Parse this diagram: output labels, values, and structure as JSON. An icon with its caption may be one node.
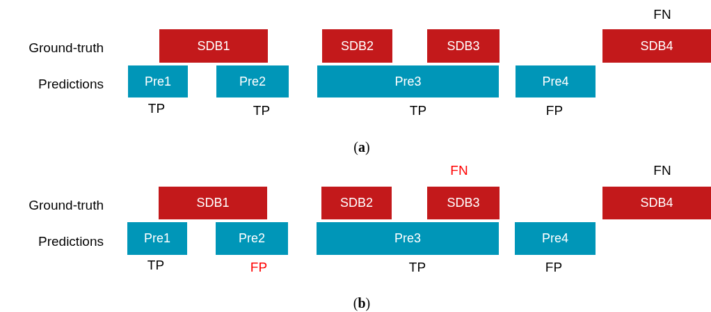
{
  "diagram": {
    "nodes": [
      {
        "text": [
          "SDB1"
        ]
      },
      {
        "text": [
          "SDB2"
        ]
      },
      {
        "text": [
          "SDB3"
        ]
      },
      {
        "text": [
          "SDB4"
        ],
        "beside": [
          "FN"
        ]
      },
      {
        "text": [
          "Pre1"
        ],
        "beside": [
          "TP"
        ]
      },
      {
        "text": [
          "Pre2"
        ],
        "beside": [
          "TP"
        ]
      },
      {
        "text": [
          "Pre3"
        ],
        "beside": [
          "TP"
        ]
      },
      {
        "text": [
          "Pre4"
        ],
        "beside": [
          "FP"
        ]
      },
      {
        "text": [
          "SDB1"
        ]
      },
      {
        "text": [
          "SDB2"
        ]
      },
      {
        "text": [
          "SDB3"
        ],
        "beside": [
          "FN"
        ]
      },
      {
        "text": [
          "SDB4"
        ],
        "beside": [
          "FN"
        ]
      },
      {
        "text": [
          "Pre1"
        ],
        "beside": [
          "TP"
        ]
      },
      {
        "text": [
          "Pre2"
        ],
        "beside": [
          "FP"
        ]
      },
      {
        "text": [
          "Pre3"
        ],
        "beside": [
          "TP"
        ]
      },
      {
        "text": [
          "Pre4"
        ],
        "beside": [
          "FP"
        ]
      }
    ],
    "labels": [
      "Ground-truth",
      "Predictions",
      "(**a**)",
      "Ground-truth",
      "Predictions",
      "(**b**)"
    ]
  }
}
